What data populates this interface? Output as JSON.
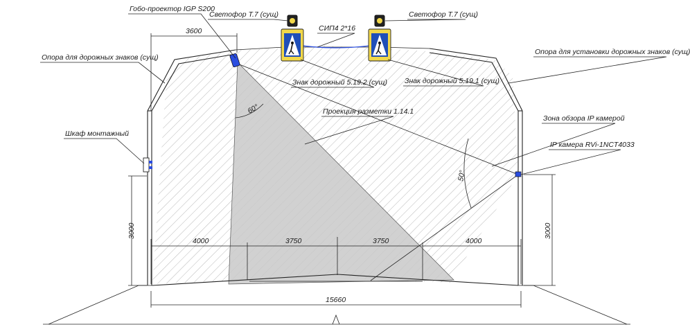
{
  "labels": {
    "gobo": "Гобо-проектор IGP S200",
    "svetofor_left": "Светофор Т.7 (сущ)",
    "svetofor_right": "Светофор Т.7 (сущ)",
    "sip": "СИП4 2*16",
    "opora_left": "Опора для дорожных знаков (сущ)",
    "opora_right": "Опора для установки дорожных знаков (сущ)",
    "znak_left": "Знак дорожный 5.19.2 (сущ)",
    "znak_right": "Знак дорожный 5.19.1 (сущ)",
    "proekcia": "Проекция разметки 1.14.1",
    "zona": "Зона обзора IP камерой",
    "kamera": "IP камера RVi-1NCT4033",
    "shkaf": "Шкаф монтажный"
  },
  "dimensions": {
    "top_offset": "3600",
    "seg1": "4000",
    "seg2": "3750",
    "seg3": "3750",
    "seg4": "4000",
    "total": "15660",
    "height_left": "3000",
    "height_right": "3000",
    "angle_projector": "60°",
    "angle_camera": "50°"
  },
  "colors": {
    "line": "#222222",
    "projection_fill": "#c8c8c8",
    "cable": "#2a4de0",
    "sign_blue": "#1f4fb8",
    "sign_frame": "#f2d84a",
    "projector": "#2a4de0"
  }
}
